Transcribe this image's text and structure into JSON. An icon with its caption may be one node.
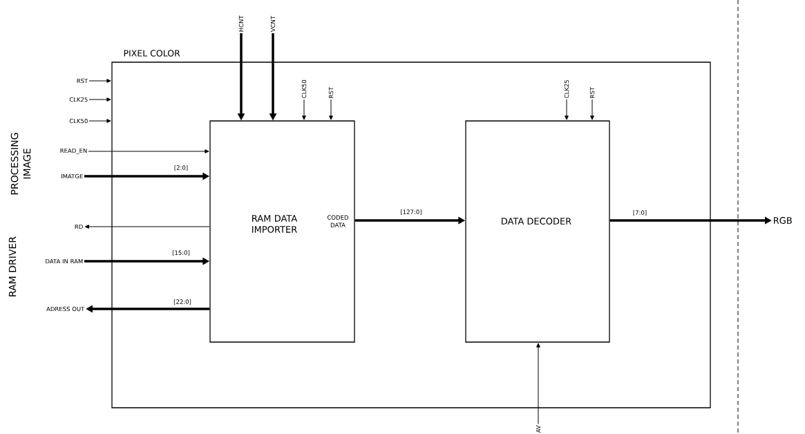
{
  "diagram": {
    "nodes": [
      {
        "text": [
          "PIXEL COLOR"
        ]
      },
      {
        "text": [
          "RAM DATA IMPORTER",
          "CODED DATA"
        ],
        "in": 0
      },
      {
        "text": [
          "DATA DECODER"
        ],
        "in": 0
      },
      {
        "text": [
          "RST"
        ]
      },
      {
        "text": [
          "CLK25"
        ]
      },
      {
        "text": [
          "CLK50"
        ]
      },
      {
        "text": [
          "READ_EN"
        ]
      },
      {
        "text": [
          "IMATGE"
        ]
      },
      {
        "text": [
          "RD"
        ]
      },
      {
        "text": [
          "DATA IN RAM"
        ]
      },
      {
        "text": [
          "ADRESS OUT"
        ]
      },
      {
        "text": [
          "HCNT"
        ]
      },
      {
        "text": [
          "VCNT"
        ]
      },
      {
        "text": [
          "CLK50"
        ],
        "in": 0
      },
      {
        "text": [
          "RST"
        ],
        "in": 0
      },
      {
        "text": [
          "CLK25"
        ],
        "in": 0
      },
      {
        "text": [
          "RST"
        ],
        "in": 0
      },
      {
        "text": [
          "AV"
        ]
      },
      {
        "text": [
          "RGB"
        ]
      }
    ],
    "edges": [
      {
        "from": 3,
        "to": 0,
        "arrow": "to"
      },
      {
        "from": 4,
        "to": 0,
        "arrow": "to"
      },
      {
        "from": 5,
        "to": 0,
        "arrow": "to"
      },
      {
        "from": 6,
        "to": 1,
        "arrow": "to"
      },
      {
        "from": 7,
        "to": 1,
        "arrow": "to",
        "label": "[2:0]",
        "style": "thick"
      },
      {
        "from": 1,
        "to": 8,
        "arrow": "to"
      },
      {
        "from": 9,
        "to": 1,
        "arrow": "to",
        "label": "[15:0]",
        "style": "thick"
      },
      {
        "from": 1,
        "to": 10,
        "arrow": "to",
        "label": "[22:0]",
        "style": "thick"
      },
      {
        "from": 11,
        "to": 1,
        "arrow": "to",
        "style": "thick"
      },
      {
        "from": 12,
        "to": 1,
        "arrow": "to",
        "style": "thick"
      },
      {
        "from": 13,
        "to": 1,
        "arrow": "to"
      },
      {
        "from": 14,
        "to": 1,
        "arrow": "to"
      },
      {
        "from": 15,
        "to": 2,
        "arrow": "to"
      },
      {
        "from": 16,
        "to": 2,
        "arrow": "to"
      },
      {
        "from": 17,
        "to": 2,
        "arrow": "to"
      },
      {
        "from": 1,
        "to": 2,
        "arrow": "to",
        "label": "[127:0]",
        "style": "thick"
      },
      {
        "from": 2,
        "to": 18,
        "arrow": "to",
        "label": "[7:0]",
        "style": "thick"
      }
    ],
    "labels": [
      "PROCESSING IMAGE",
      "RAM DRIVER"
    ]
  }
}
